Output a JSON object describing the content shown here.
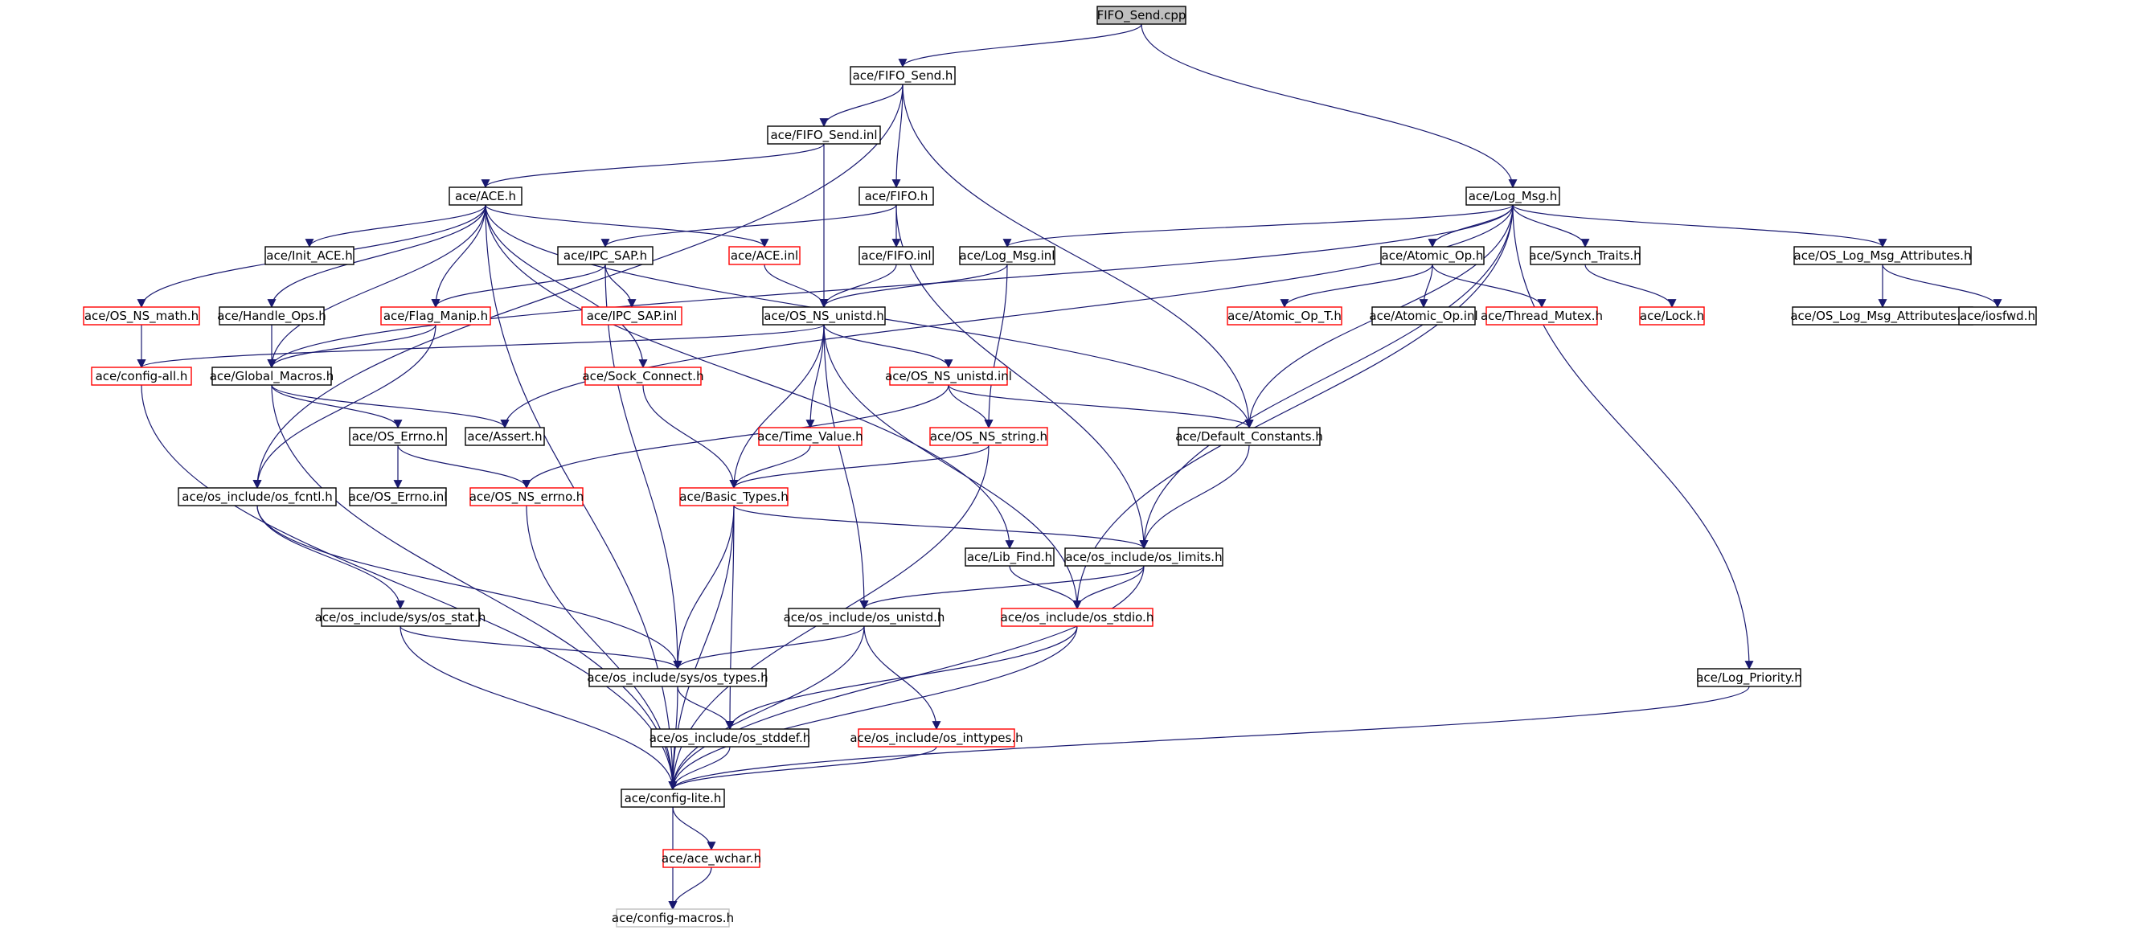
{
  "colors": {
    "edge": "#191970",
    "node_border_normal": "#000000",
    "node_border_truncated": "#ff0000",
    "node_border_external": "#bfbfbf",
    "root_fill": "#bfbfbf",
    "node_fill": "#ffffff"
  },
  "nodes": [
    {
      "id": "n0",
      "label": "FIFO_Send.cpp",
      "style": "root"
    },
    {
      "id": "n1",
      "label": "ace/FIFO_Send.h",
      "style": "normal"
    },
    {
      "id": "n2",
      "label": "ace/FIFO_Send.inl",
      "style": "normal"
    },
    {
      "id": "n3",
      "label": "ace/FIFO.h",
      "style": "normal"
    },
    {
      "id": "n4",
      "label": "ace/Log_Msg.h",
      "style": "normal"
    },
    {
      "id": "n5",
      "label": "ace/ACE.h",
      "style": "normal"
    },
    {
      "id": "n6",
      "label": "ace/Init_ACE.h",
      "style": "normal"
    },
    {
      "id": "n7",
      "label": "ace/IPC_SAP.h",
      "style": "normal"
    },
    {
      "id": "n8",
      "label": "ace/ACE.inl",
      "style": "truncated"
    },
    {
      "id": "n9",
      "label": "ace/FIFO.inl",
      "style": "normal"
    },
    {
      "id": "n10",
      "label": "ace/Log_Msg.inl",
      "style": "normal"
    },
    {
      "id": "n11",
      "label": "ace/Atomic_Op.h",
      "style": "normal"
    },
    {
      "id": "n12",
      "label": "ace/Synch_Traits.h",
      "style": "normal"
    },
    {
      "id": "n13",
      "label": "ace/OS_Log_Msg_Attributes.h",
      "style": "normal"
    },
    {
      "id": "n14",
      "label": "ace/OS_NS_math.h",
      "style": "truncated"
    },
    {
      "id": "n15",
      "label": "ace/Handle_Ops.h",
      "style": "normal"
    },
    {
      "id": "n16",
      "label": "ace/Flag_Manip.h",
      "style": "truncated"
    },
    {
      "id": "n17",
      "label": "ace/IPC_SAP.inl",
      "style": "truncated"
    },
    {
      "id": "n18",
      "label": "ace/OS_NS_unistd.h",
      "style": "normal"
    },
    {
      "id": "n19",
      "label": "ace/Atomic_Op_T.h",
      "style": "truncated"
    },
    {
      "id": "n20",
      "label": "ace/Atomic_Op.inl",
      "style": "normal"
    },
    {
      "id": "n21",
      "label": "ace/Thread_Mutex.h",
      "style": "truncated"
    },
    {
      "id": "n22",
      "label": "ace/Lock.h",
      "style": "truncated"
    },
    {
      "id": "n23",
      "label": "ace/OS_Log_Msg_Attributes.inl",
      "style": "normal"
    },
    {
      "id": "n24",
      "label": "ace/iosfwd.h",
      "style": "normal"
    },
    {
      "id": "n25",
      "label": "ace/config-all.h",
      "style": "truncated"
    },
    {
      "id": "n26",
      "label": "ace/Global_Macros.h",
      "style": "normal"
    },
    {
      "id": "n27",
      "label": "ace/Sock_Connect.h",
      "style": "truncated"
    },
    {
      "id": "n28",
      "label": "ace/OS_NS_unistd.inl",
      "style": "truncated"
    },
    {
      "id": "n29",
      "label": "ace/OS_Errno.h",
      "style": "normal"
    },
    {
      "id": "n30",
      "label": "ace/Assert.h",
      "style": "normal"
    },
    {
      "id": "n31",
      "label": "ace/Time_Value.h",
      "style": "truncated"
    },
    {
      "id": "n32",
      "label": "ace/OS_NS_string.h",
      "style": "truncated"
    },
    {
      "id": "n33",
      "label": "ace/Default_Constants.h",
      "style": "normal"
    },
    {
      "id": "n34",
      "label": "ace/os_include/os_fcntl.h",
      "style": "normal"
    },
    {
      "id": "n35",
      "label": "ace/OS_Errno.inl",
      "style": "normal"
    },
    {
      "id": "n36",
      "label": "ace/OS_NS_errno.h",
      "style": "truncated"
    },
    {
      "id": "n37",
      "label": "ace/Basic_Types.h",
      "style": "truncated"
    },
    {
      "id": "n38",
      "label": "ace/Lib_Find.h",
      "style": "normal"
    },
    {
      "id": "n39",
      "label": "ace/os_include/os_limits.h",
      "style": "normal"
    },
    {
      "id": "n40",
      "label": "ace/os_include/sys/os_stat.h",
      "style": "normal"
    },
    {
      "id": "n41",
      "label": "ace/os_include/os_unistd.h",
      "style": "normal"
    },
    {
      "id": "n42",
      "label": "ace/os_include/os_stdio.h",
      "style": "truncated"
    },
    {
      "id": "n43",
      "label": "ace/os_include/sys/os_types.h",
      "style": "normal"
    },
    {
      "id": "n44",
      "label": "ace/Log_Priority.h",
      "style": "normal"
    },
    {
      "id": "n45",
      "label": "ace/os_include/os_stddef.h",
      "style": "normal"
    },
    {
      "id": "n46",
      "label": "ace/os_include/os_inttypes.h",
      "style": "truncated"
    },
    {
      "id": "n47",
      "label": "ace/config-lite.h",
      "style": "normal"
    },
    {
      "id": "n48",
      "label": "ace/ace_wchar.h",
      "style": "truncated"
    },
    {
      "id": "n49",
      "label": "ace/config-macros.h",
      "style": "external"
    }
  ],
  "edges": [
    [
      "n0",
      "n1"
    ],
    [
      "n0",
      "n4"
    ],
    [
      "n1",
      "n2"
    ],
    [
      "n1",
      "n3"
    ],
    [
      "n1",
      "n33"
    ],
    [
      "n1",
      "n34"
    ],
    [
      "n2",
      "n5"
    ],
    [
      "n2",
      "n18"
    ],
    [
      "n3",
      "n7"
    ],
    [
      "n3",
      "n9"
    ],
    [
      "n3",
      "n39"
    ],
    [
      "n5",
      "n6"
    ],
    [
      "n5",
      "n8"
    ],
    [
      "n5",
      "n14"
    ],
    [
      "n5",
      "n15"
    ],
    [
      "n5",
      "n16"
    ],
    [
      "n5",
      "n27"
    ],
    [
      "n5",
      "n38"
    ],
    [
      "n5",
      "n33"
    ],
    [
      "n5",
      "n47"
    ],
    [
      "n5",
      "n26"
    ],
    [
      "n7",
      "n16"
    ],
    [
      "n7",
      "n17"
    ],
    [
      "n7",
      "n43"
    ],
    [
      "n8",
      "n18"
    ],
    [
      "n9",
      "n18"
    ],
    [
      "n4",
      "n10"
    ],
    [
      "n4",
      "n11"
    ],
    [
      "n4",
      "n12"
    ],
    [
      "n4",
      "n13"
    ],
    [
      "n4",
      "n33"
    ],
    [
      "n4",
      "n39"
    ],
    [
      "n4",
      "n42"
    ],
    [
      "n4",
      "n44"
    ],
    [
      "n4",
      "n30"
    ],
    [
      "n4",
      "n26"
    ],
    [
      "n10",
      "n18"
    ],
    [
      "n10",
      "n32"
    ],
    [
      "n11",
      "n19"
    ],
    [
      "n11",
      "n20"
    ],
    [
      "n11",
      "n21"
    ],
    [
      "n12",
      "n22"
    ],
    [
      "n13",
      "n23"
    ],
    [
      "n13",
      "n24"
    ],
    [
      "n14",
      "n25"
    ],
    [
      "n15",
      "n26"
    ],
    [
      "n16",
      "n26"
    ],
    [
      "n16",
      "n34"
    ],
    [
      "n18",
      "n25"
    ],
    [
      "n18",
      "n28"
    ],
    [
      "n18",
      "n31"
    ],
    [
      "n18",
      "n37"
    ],
    [
      "n18",
      "n41"
    ],
    [
      "n18",
      "n42"
    ],
    [
      "n25",
      "n47"
    ],
    [
      "n26",
      "n29"
    ],
    [
      "n26",
      "n30"
    ],
    [
      "n26",
      "n47"
    ],
    [
      "n27",
      "n37"
    ],
    [
      "n28",
      "n32"
    ],
    [
      "n28",
      "n33"
    ],
    [
      "n28",
      "n36"
    ],
    [
      "n29",
      "n35"
    ],
    [
      "n29",
      "n36"
    ],
    [
      "n31",
      "n37"
    ],
    [
      "n32",
      "n37"
    ],
    [
      "n32",
      "n47"
    ],
    [
      "n33",
      "n39"
    ],
    [
      "n34",
      "n40"
    ],
    [
      "n34",
      "n43"
    ],
    [
      "n36",
      "n47"
    ],
    [
      "n37",
      "n39"
    ],
    [
      "n37",
      "n43"
    ],
    [
      "n37",
      "n45"
    ],
    [
      "n37",
      "n47"
    ],
    [
      "n38",
      "n42"
    ],
    [
      "n39",
      "n41"
    ],
    [
      "n39",
      "n42"
    ],
    [
      "n39",
      "n47"
    ],
    [
      "n40",
      "n43"
    ],
    [
      "n40",
      "n47"
    ],
    [
      "n41",
      "n43"
    ],
    [
      "n41",
      "n46"
    ],
    [
      "n41",
      "n47"
    ],
    [
      "n42",
      "n45"
    ],
    [
      "n42",
      "n47"
    ],
    [
      "n43",
      "n45"
    ],
    [
      "n43",
      "n47"
    ],
    [
      "n44",
      "n47"
    ],
    [
      "n45",
      "n47"
    ],
    [
      "n46",
      "n47"
    ],
    [
      "n47",
      "n48"
    ],
    [
      "n47",
      "n49"
    ],
    [
      "n48",
      "n49"
    ]
  ]
}
